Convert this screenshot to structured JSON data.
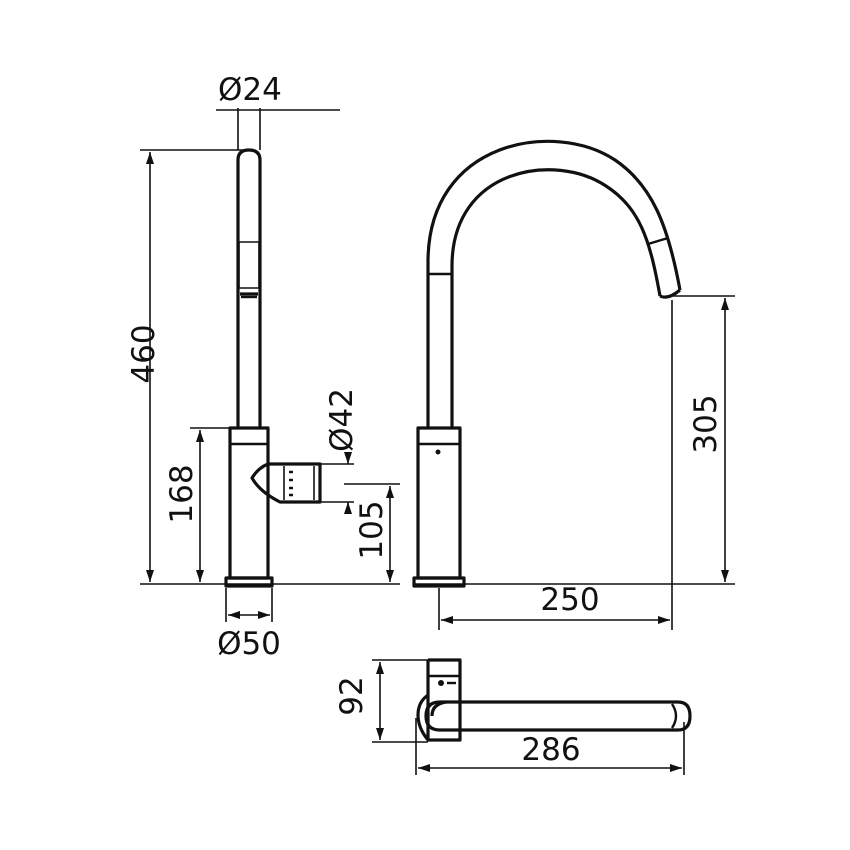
{
  "dimensions": {
    "spout_diameter": "Ø24",
    "total_height": "460",
    "body_height": "168",
    "lever_diameter": "Ø42",
    "lever_height": "105",
    "base_diameter": "Ø50",
    "spout_outlet_height": "305",
    "spout_reach": "250",
    "top_depth": "92",
    "top_length": "286"
  },
  "colors": {
    "line": "#111111",
    "background": "#ffffff"
  }
}
